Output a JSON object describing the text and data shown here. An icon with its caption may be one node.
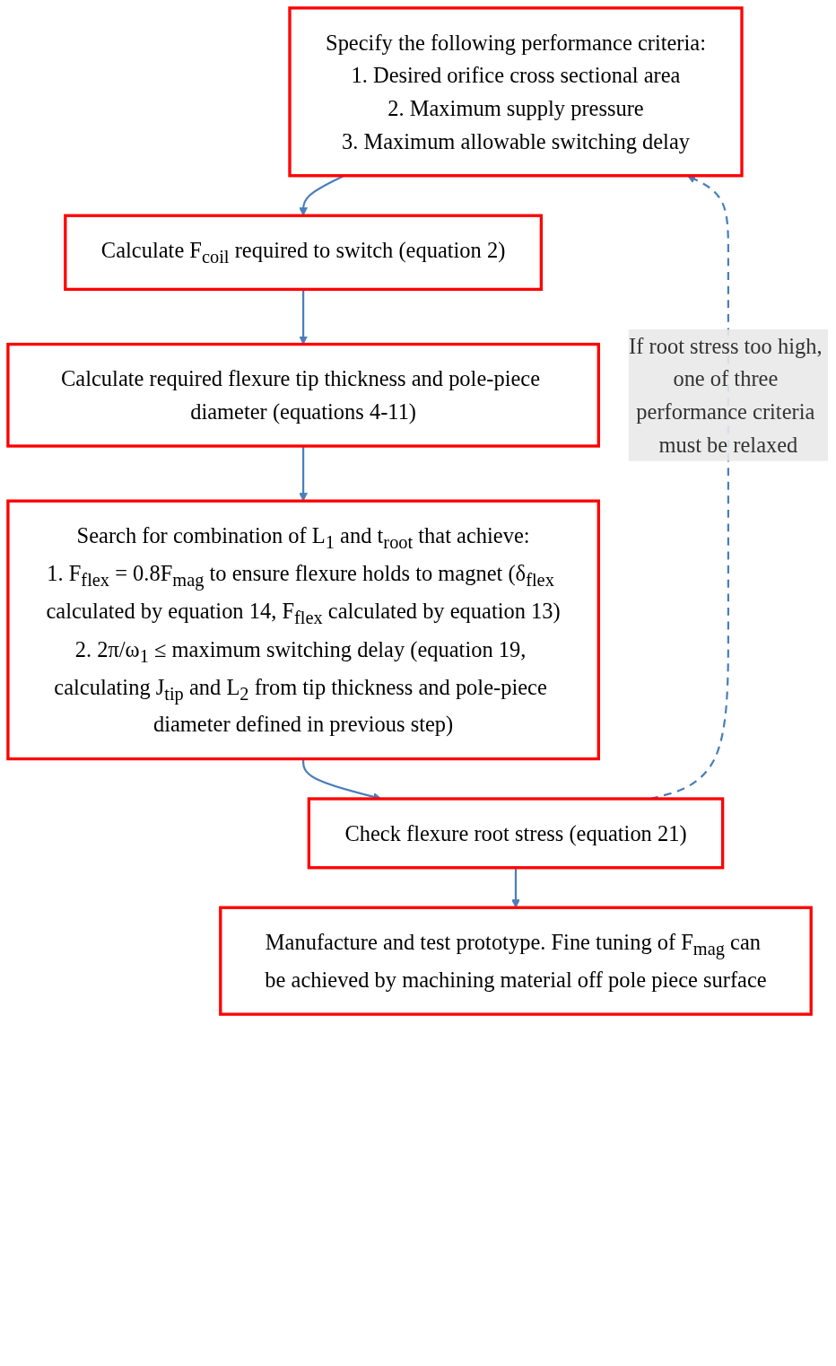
{
  "diagram": {
    "nodes": [
      {
        "text": [
          "Specify the following performance criteria:",
          "1. Desired orifice cross sectional area",
          "2. Maximum supply pressure",
          "3. Maximum allowable switching delay"
        ]
      },
      {
        "text": [
          "Calculate F$_{coil}$ required to switch (equation 2)"
        ]
      },
      {
        "text": [
          "Calculate required flexure tip thickness and pole-piece diameter (equations 4-11)"
        ]
      },
      {
        "text": [
          "Search for combination of L$_{1}$ and t$_{root}$ that achieve:",
          "1. F$_{flex}$ = 0.8F$_{mag}$ to ensure flexure holds to magnet (δ$_{flex}$ calculated by equation 14, F$_{flex}$ calculated by equation 13)",
          "2. 2π/ω$_{1}$ ≤ maximum switching delay (equation 19, calculating J$_{tip}$ and L$_{2}$ from tip thickness and pole-piece diameter defined in previous step)"
        ]
      },
      {
        "text": [
          "Check flexure root stress (equation 21)"
        ]
      },
      {
        "text": [
          "Manufacture and test prototype. Fine tuning of F$_{mag}$ can be achieved by machining material off pole piece surface"
        ]
      }
    ],
    "edges": [
      {
        "from": 0,
        "to": 1,
        "arrow": "to"
      },
      {
        "from": 1,
        "to": 2,
        "arrow": "to"
      },
      {
        "from": 2,
        "to": 3,
        "arrow": "to"
      },
      {
        "from": 3,
        "to": 4,
        "arrow": "to"
      },
      {
        "from": 4,
        "to": 5,
        "arrow": "to"
      },
      {
        "from": 4,
        "to": 0,
        "arrow": "to",
        "style": "dashed",
        "label": "If root stress too high, one of three performance criteria must be relaxed"
      }
    ]
  }
}
